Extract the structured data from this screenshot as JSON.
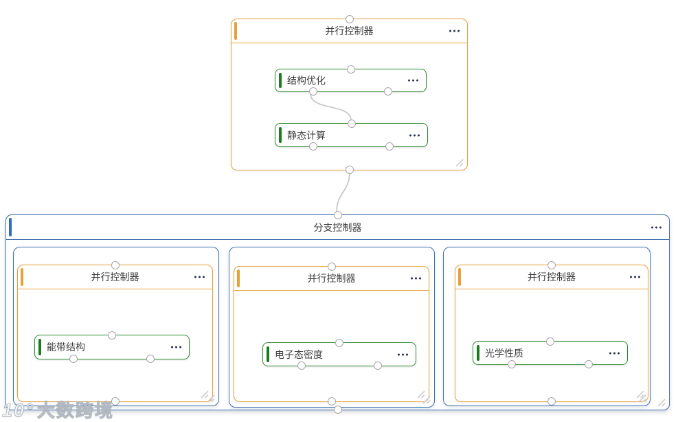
{
  "workflow": {
    "top_group": {
      "title": "并行控制器",
      "nodes": [
        {
          "label": "结构优化"
        },
        {
          "label": "静态计算"
        }
      ]
    },
    "branch_group": {
      "title": "分支控制器",
      "lanes": [
        {
          "group_title": "并行控制器",
          "nodes": [
            {
              "label": "能带结构"
            }
          ]
        },
        {
          "group_title": "并行控制器",
          "nodes": [
            {
              "label": "电子态密度"
            }
          ]
        },
        {
          "group_title": "并行控制器",
          "nodes": [
            {
              "label": "光学性质"
            }
          ]
        }
      ]
    }
  },
  "watermark": {
    "logo": "10°",
    "text": "大数跨境"
  },
  "icons": {
    "more_menu": "three-dots",
    "resize_handle": "diagonal-grip",
    "port": "circle-connector"
  },
  "colors": {
    "orange": "#E7A13C",
    "orange_bar": "#E7A13C",
    "blue": "#3E6FB0",
    "blue_bar": "#2E6CC0",
    "green": "#2E8B31",
    "green_bar": "#1A7C1D",
    "port_stroke": "#A6A6A6",
    "connector": "#C6C6C6",
    "dots": "#24304F",
    "grip": "#CDCDCD",
    "text": "#3B3B3B"
  }
}
